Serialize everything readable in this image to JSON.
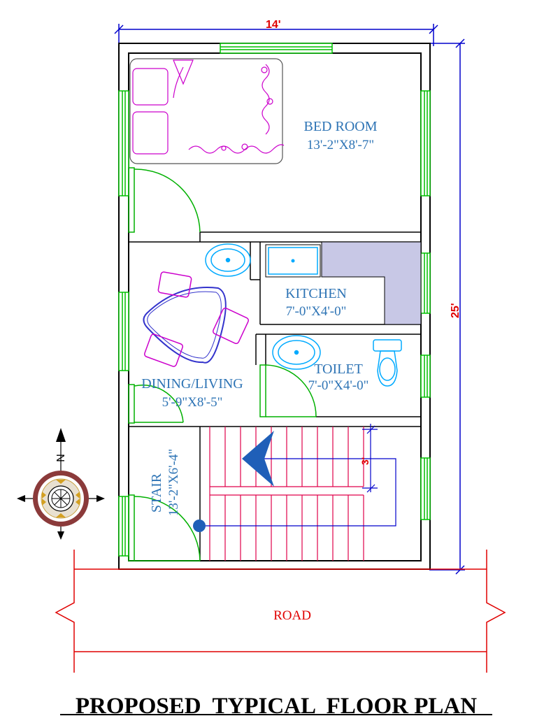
{
  "title": "PROPOSED  TYPICAL  FLOOR PLAN",
  "dimensions": {
    "width": "14'",
    "length": "25'",
    "stair_flight": "3'"
  },
  "compass": {
    "north": "N"
  },
  "road": "ROAD",
  "rooms": {
    "bedroom": {
      "name": "BED ROOM",
      "size": "13'-2\"X8'-7\""
    },
    "kitchen": {
      "name": "KITCHEN",
      "size": "7'-0\"X4'-0\""
    },
    "toilet": {
      "name": "TOILET",
      "size": "7'-0\"X4'-0\""
    },
    "dining": {
      "name": "DINING/LIVING",
      "size": "5'-9\"X8'-5\""
    },
    "stair": {
      "name": "STAIR",
      "size": "13'-2\"X6'-4\""
    }
  },
  "colors": {
    "wall": "#000000",
    "window": "#00c000",
    "door": "#00b000",
    "dimension": "#0000cc",
    "dimension_text": "#e00000",
    "label": "#2e74b5",
    "furniture": "#cc00cc",
    "sanitary": "#00aaff",
    "counter": "#c8c8e6",
    "stair": "#e0004a",
    "road": "#e00000"
  }
}
